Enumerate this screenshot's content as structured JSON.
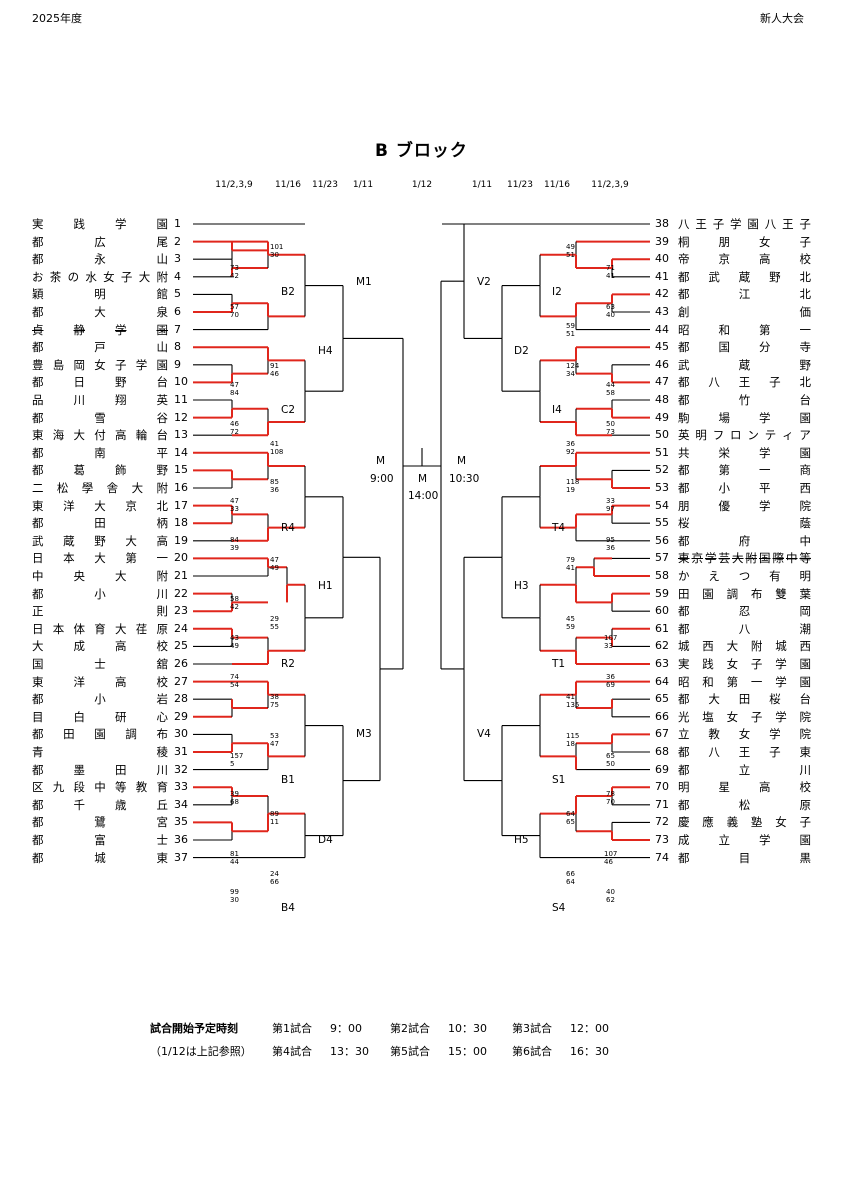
{
  "header": {
    "year": "2025年度",
    "event": "新人大会"
  },
  "title": "B ブロック",
  "dates_left": [
    "11/2,3,9",
    "11/16",
    "11/23",
    "1/11"
  ],
  "dates_center": "1/12",
  "dates_right": [
    "1/11",
    "11/23",
    "11/16",
    "11/2,3,9"
  ],
  "teams_left": [
    {
      "no": "1",
      "name": "実践学園"
    },
    {
      "no": "2",
      "name": "都広尾"
    },
    {
      "no": "3",
      "name": "都永山"
    },
    {
      "no": "4",
      "name": "お茶の水女子大附"
    },
    {
      "no": "5",
      "name": "穎明館"
    },
    {
      "no": "6",
      "name": "都大泉"
    },
    {
      "no": "7",
      "name": "貞静学園",
      "withdrawn": true
    },
    {
      "no": "8",
      "name": "都戸山"
    },
    {
      "no": "9",
      "name": "豊島岡女子学園"
    },
    {
      "no": "10",
      "name": "都日野台"
    },
    {
      "no": "11",
      "name": "品川翔英"
    },
    {
      "no": "12",
      "name": "都雪谷"
    },
    {
      "no": "13",
      "name": "東海大付高輪台"
    },
    {
      "no": "14",
      "name": "都南平"
    },
    {
      "no": "15",
      "name": "都葛飾野"
    },
    {
      "no": "16",
      "name": "二松學舎大附"
    },
    {
      "no": "17",
      "name": "東洋大京北"
    },
    {
      "no": "18",
      "name": "都田柄"
    },
    {
      "no": "19",
      "name": "武蔵野大高"
    },
    {
      "no": "20",
      "name": "日本大第一"
    },
    {
      "no": "21",
      "name": "中央大附"
    },
    {
      "no": "22",
      "name": "都小川"
    },
    {
      "no": "23",
      "name": "正則"
    },
    {
      "no": "24",
      "name": "日本体育大荏原"
    },
    {
      "no": "25",
      "name": "大成高校"
    },
    {
      "no": "26",
      "name": "国士舘"
    },
    {
      "no": "27",
      "name": "東洋高校"
    },
    {
      "no": "28",
      "name": "都小岩"
    },
    {
      "no": "29",
      "name": "目白研心"
    },
    {
      "no": "30",
      "name": "都田園調布"
    },
    {
      "no": "31",
      "name": "青稜"
    },
    {
      "no": "32",
      "name": "都墨田川"
    },
    {
      "no": "33",
      "name": "区九段中等教育"
    },
    {
      "no": "34",
      "name": "都千歳丘"
    },
    {
      "no": "35",
      "name": "都鷺宮"
    },
    {
      "no": "36",
      "name": "都富士"
    },
    {
      "no": "37",
      "name": "都城東"
    }
  ],
  "teams_right": [
    {
      "no": "38",
      "name": "八王子学園八王子"
    },
    {
      "no": "39",
      "name": "桐朋女子"
    },
    {
      "no": "40",
      "name": "帝京高校"
    },
    {
      "no": "41",
      "name": "都武蔵野北"
    },
    {
      "no": "42",
      "name": "都江北"
    },
    {
      "no": "43",
      "name": "創価"
    },
    {
      "no": "44",
      "name": "昭和第一"
    },
    {
      "no": "45",
      "name": "都国分寺"
    },
    {
      "no": "46",
      "name": "武蔵野"
    },
    {
      "no": "47",
      "name": "都八王子北"
    },
    {
      "no": "48",
      "name": "都竹台"
    },
    {
      "no": "49",
      "name": "駒場学園"
    },
    {
      "no": "50",
      "name": "英明フロンティア"
    },
    {
      "no": "51",
      "name": "共栄学園"
    },
    {
      "no": "52",
      "name": "都第一商"
    },
    {
      "no": "53",
      "name": "都小平西"
    },
    {
      "no": "54",
      "name": "朋優学院"
    },
    {
      "no": "55",
      "name": "桜蔭"
    },
    {
      "no": "56",
      "name": "都府中"
    },
    {
      "no": "57",
      "name": "東京学芸大附国際中等",
      "withdrawn": true
    },
    {
      "no": "58",
      "name": "かえつ有明"
    },
    {
      "no": "59",
      "name": "田園調布雙葉"
    },
    {
      "no": "60",
      "name": "都忍岡"
    },
    {
      "no": "61",
      "name": "都八潮"
    },
    {
      "no": "62",
      "name": "城西大附城西"
    },
    {
      "no": "63",
      "name": "実践女子学園"
    },
    {
      "no": "64",
      "name": "昭和第一学園"
    },
    {
      "no": "65",
      "name": "都大田桜台"
    },
    {
      "no": "66",
      "name": "光塩女子学院"
    },
    {
      "no": "67",
      "name": "立教女学院"
    },
    {
      "no": "68",
      "name": "都八王子東"
    },
    {
      "no": "69",
      "name": "都立川"
    },
    {
      "no": "70",
      "name": "明星高校"
    },
    {
      "no": "71",
      "name": "都松原"
    },
    {
      "no": "72",
      "name": "慶應義塾女子"
    },
    {
      "no": "73",
      "name": "成立学園"
    },
    {
      "no": "74",
      "name": "都目黒"
    }
  ],
  "match_codes": {
    "B2": "B2",
    "C2": "C2",
    "H4": "H4",
    "M1": "M1",
    "R4": "R4",
    "R2": "R2",
    "H1": "H1",
    "B1": "B1",
    "B4": "B4",
    "D4": "D4",
    "M3": "M3",
    "I2": "I2",
    "I4": "I4",
    "D2": "D2",
    "V2": "V2",
    "T4": "T4",
    "T1": "T1",
    "H3": "H3",
    "S1": "S1",
    "S4": "S4",
    "H5": "H5",
    "V4": "V4"
  },
  "finals": {
    "semi_left": {
      "code": "M",
      "time": "9:00"
    },
    "final": {
      "code": "M",
      "time": "14:00"
    },
    "semi_right": {
      "code": "M",
      "time": "10:30"
    }
  },
  "scores": {
    "l2v3": [
      "101",
      "30"
    ],
    "l3v4": [
      "73",
      "42"
    ],
    "l5v6": [
      "57",
      "70"
    ],
    "l8vw": [
      "91",
      "46"
    ],
    "l9v10": [
      "47",
      "84"
    ],
    "l11v12": [
      "46",
      "72"
    ],
    "lC2b": [
      "41",
      "108"
    ],
    "l14vw": [
      "85",
      "36"
    ],
    "l15v16": [
      "47",
      "33"
    ],
    "l17v18": [
      "84",
      "39"
    ],
    "lR4b": [
      "47",
      "49"
    ],
    "l20vw": [
      "58",
      "42"
    ],
    "l22v23": [
      "43",
      "49"
    ],
    "lR2a": [
      "29",
      "55"
    ],
    "l24v25": [
      "74",
      "54"
    ],
    "lR2b": [
      "38",
      "75"
    ],
    "l27vw": [
      "53",
      "47"
    ],
    "l28v29": [
      "157",
      "5"
    ],
    "l30v31": [
      "39",
      "68"
    ],
    "lB1b": [
      "89",
      "11"
    ],
    "l33v34": [
      "81",
      "44"
    ],
    "l35v36": [
      "99",
      "30"
    ],
    "lB4a": [
      "24",
      "66"
    ],
    "r39vw": [
      "49",
      "51"
    ],
    "r40v41": [
      "71",
      "41"
    ],
    "r42v43": [
      "63",
      "40"
    ],
    "rI2b": [
      "59",
      "51"
    ],
    "r45vw": [
      "124",
      "34"
    ],
    "r46v47": [
      "44",
      "58"
    ],
    "r48v49": [
      "50",
      "73"
    ],
    "rI4b": [
      "36",
      "92"
    ],
    "r51vw": [
      "118",
      "19"
    ],
    "r52v53": [
      "33",
      "97"
    ],
    "r54v55": [
      "95",
      "36"
    ],
    "rT4b": [
      "79",
      "41"
    ],
    "rT1a": [
      "45",
      "59"
    ],
    "r59v60": [
      "107",
      "33"
    ],
    "r61v62": [
      "36",
      "69"
    ],
    "rT1b": [
      "41",
      "135"
    ],
    "r64vw": [
      "115",
      "18"
    ],
    "r65v66": [
      "65",
      "50"
    ],
    "r67v68": [
      "78",
      "70"
    ],
    "rS1b": [
      "64",
      "65"
    ],
    "r70v71": [
      "107",
      "46"
    ],
    "r72v73": [
      "40",
      "62"
    ],
    "rS4a": [
      "66",
      "64"
    ]
  },
  "schedule": {
    "title": "試合開始予定時刻",
    "note": "（1/12は上記参照）",
    "slots": [
      {
        "label": "第1試合",
        "time": "9：00"
      },
      {
        "label": "第2試合",
        "time": "10：30"
      },
      {
        "label": "第3試合",
        "time": "12：00"
      },
      {
        "label": "第4試合",
        "time": "13：30"
      },
      {
        "label": "第5試合",
        "time": "15：00"
      },
      {
        "label": "第6試合",
        "time": "16：30"
      }
    ]
  },
  "colors": {
    "line": "#000000",
    "winner": "#e0261c"
  }
}
